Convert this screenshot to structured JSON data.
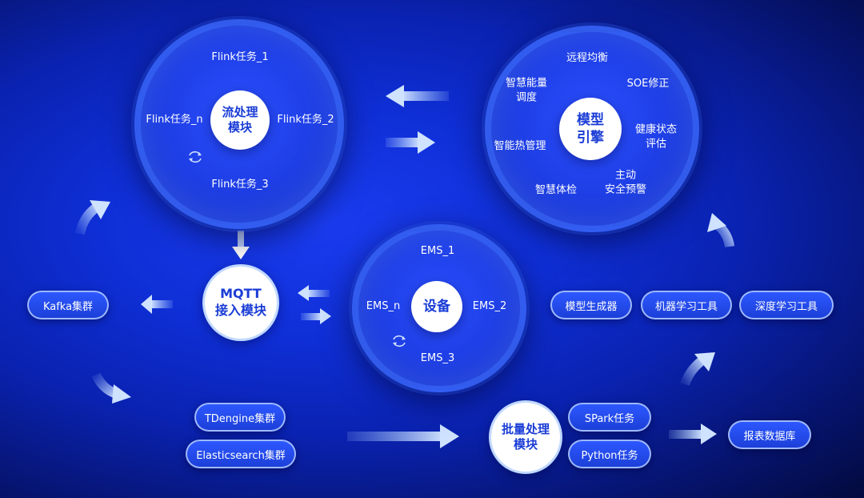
{
  "stream_module": {
    "title": "流处理\n模块",
    "tasks": [
      "Flink任务_1",
      "Flink任务_n",
      "Flink任务_2",
      "Flink任务_3"
    ],
    "icon": "cycle-icon"
  },
  "model_engine": {
    "title": "模型\n引擎",
    "items": [
      "远程均衡",
      "智慧能量\n调度",
      "SOE修正",
      "健康状态\n评估",
      "智能热管理",
      "主动\n安全预警",
      "智慧体检"
    ]
  },
  "device": {
    "title": "设备",
    "items": [
      "EMS_1",
      "EMS_n",
      "EMS_2",
      "EMS_3"
    ],
    "icon": "cycle-icon"
  },
  "mqtt": {
    "title": "MQTT\n接入模块"
  },
  "batch": {
    "title": "批量处理\n模块"
  },
  "pills": {
    "kafka": "Kafka集群",
    "tdengine": "TDengine集群",
    "elasticsearch": "Elasticsearch集群",
    "spark": "SPark任务",
    "python": "Python任务",
    "report_db": "报表数据库",
    "model_generator": "模型生成器",
    "ml_tool": "机器学习工具",
    "dl_tool": "深度学习工具"
  },
  "colors": {
    "background": "#0f2fd6",
    "circle": "#1f3fe6",
    "core_text": "#1a3cd6",
    "pill_border": "#b4cdff",
    "arrow": "#9fc4ff"
  }
}
